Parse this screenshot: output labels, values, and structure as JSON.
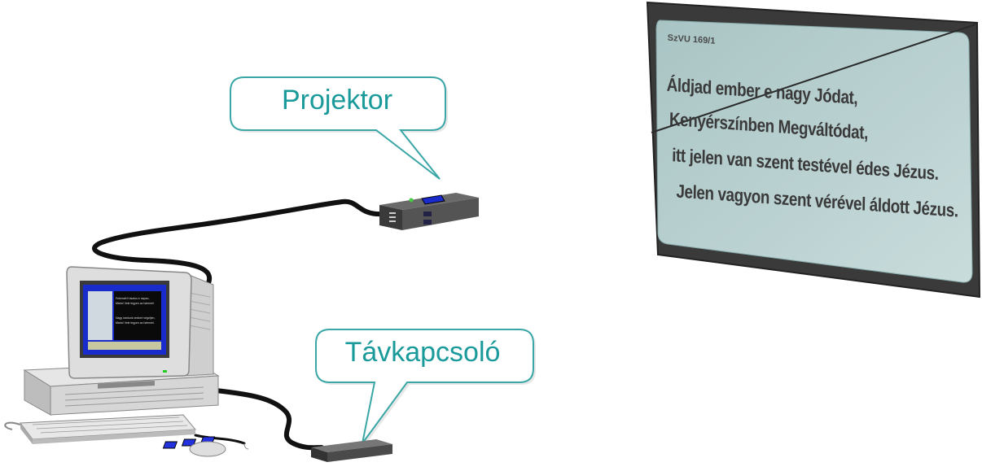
{
  "labels": {
    "projector": "Projektor",
    "remote": "Távkapcsoló"
  },
  "screen": {
    "code": "SzVU 169/1",
    "lines": [
      "Áldjad ember e nagy Jódat,",
      "Kenyérszínben Megváltódat,",
      "itt jelen van szent testével édes Jézus.",
      "Jelen vagyon szent vérével áldott Jézus."
    ]
  },
  "monitor_text": {
    "line1": "Felemelt Krisztus e napon,",
    "line2": "Mária! Vele legyen az Istennél.",
    "line3": "Nagy irántunk embert végeljen,",
    "line4": "Mária! Vele legyen az Istennél."
  },
  "colors": {
    "callout_text": "#1a9a9a",
    "callout_border": "#3aa6a6",
    "screen_fill": "#b9cfcf",
    "screen_frame": "#3c3c3c",
    "device_dark": "#4a4a4a",
    "button_blue": "#2233dd"
  }
}
